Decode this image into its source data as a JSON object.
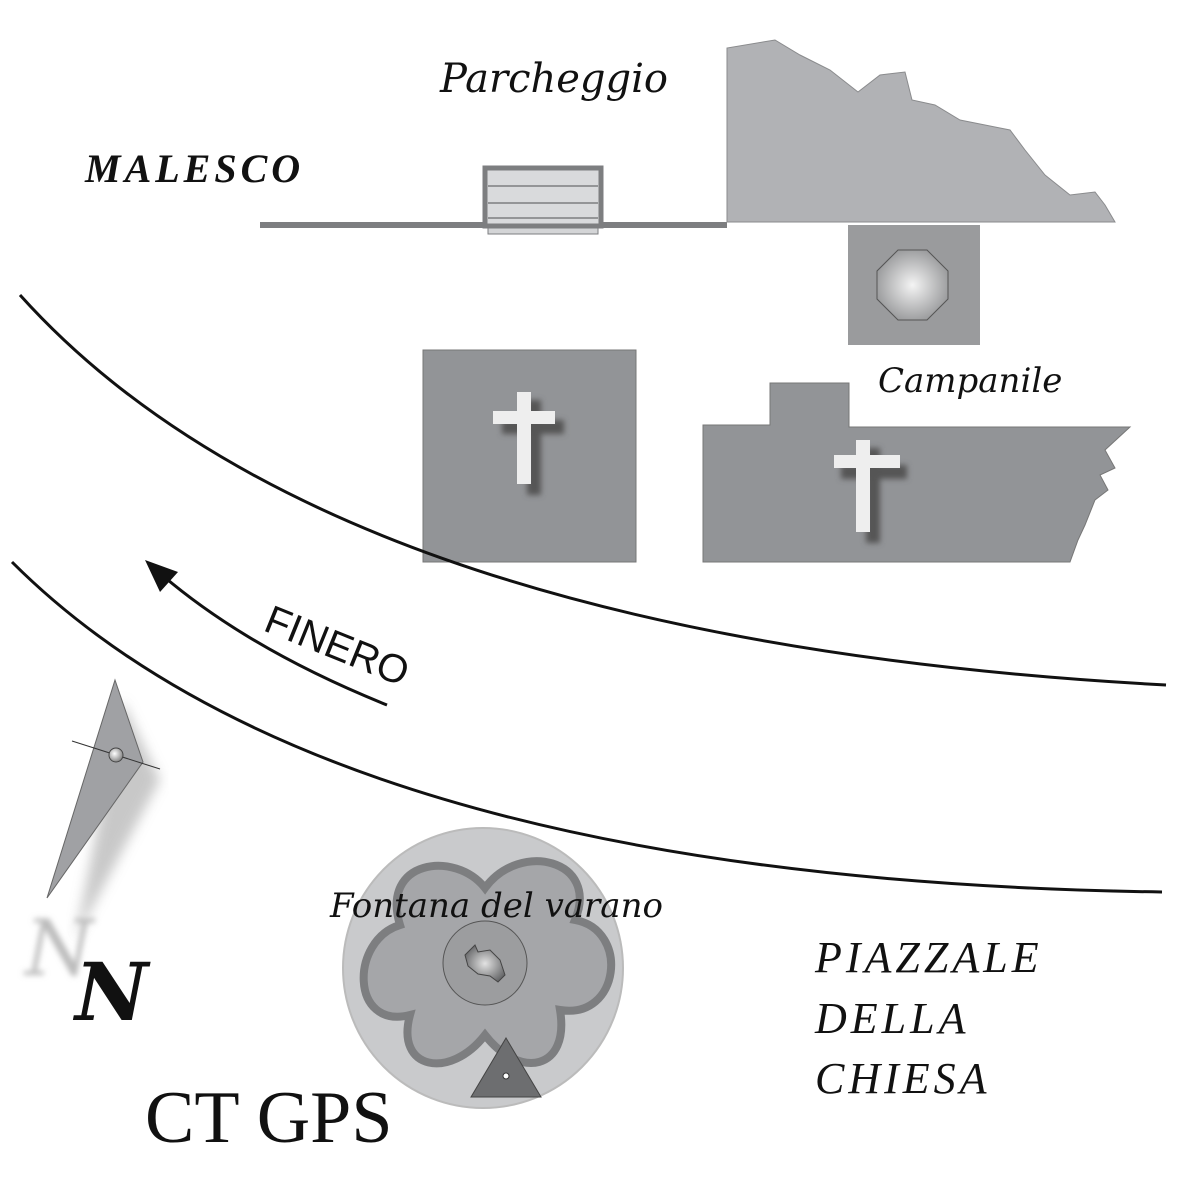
{
  "labels": {
    "town": "MALESCO",
    "parking": "Parcheggio",
    "bell_tower": "Campanile",
    "road_direction": "FINERO",
    "fountain": "Fontana del varano",
    "square_line1": "PIAZZALE",
    "square_line2": "DELLA",
    "square_line3": "CHIESA",
    "compass_letter": "N",
    "credit": "CT GPS"
  },
  "colors": {
    "building_dark": "#929497",
    "building_light": "#b1b2b5",
    "tower_base": "#9a9b9d",
    "fountain_outer": "#c9cacc",
    "road_line": "#111111"
  }
}
